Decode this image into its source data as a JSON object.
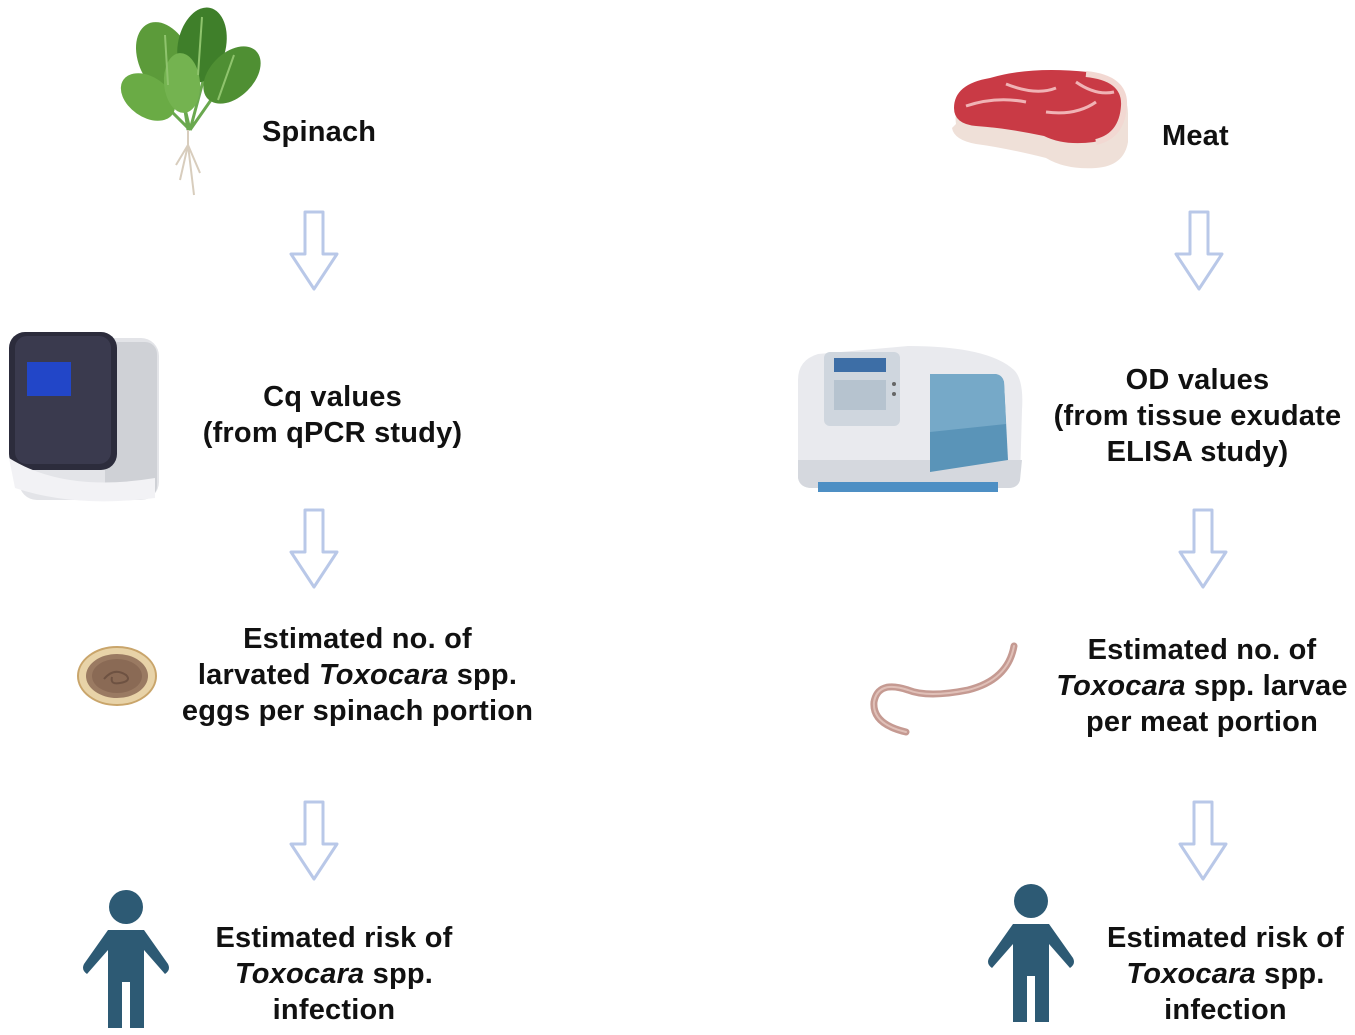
{
  "colors": {
    "arrow_stroke": "#b9c8e8",
    "arrow_fill": "#ffffff",
    "person": "#2d5a74",
    "text": "#111111"
  },
  "icons": {
    "spinach": "spinach-leaves-icon",
    "meat": "raw-meat-steak-icon",
    "qpcr_machine": "qpcr-machine-icon",
    "elisa_reader": "spectrophotometer-elisa-reader-icon",
    "egg": "larvated-egg-icon",
    "larva": "larva-worm-icon",
    "person": "person-icon",
    "arrow": "down-arrow-icon"
  },
  "left": {
    "source": "Spinach",
    "measure": [
      "Cq values",
      "(from qPCR study)"
    ],
    "estimate": {
      "line1": "Estimated no. of",
      "line2_pre": "larvated ",
      "line2_italic": "Toxocara",
      "line2_post": " spp.",
      "line3": "eggs per spinach portion"
    },
    "risk": {
      "line1": "Estimated risk of",
      "line2_italic": "Toxocara",
      "line2_post": " spp.",
      "line3": "infection"
    }
  },
  "right": {
    "source": "Meat",
    "measure": [
      "OD values",
      "(from tissue exudate",
      "ELISA study)"
    ],
    "estimate": {
      "line1": "Estimated no. of",
      "line2_italic": "Toxocara",
      "line2_post": " spp. larvae",
      "line3": "per meat portion"
    },
    "risk": {
      "line1": "Estimated risk of",
      "line2_italic": "Toxocara",
      "line2_post": " spp.",
      "line3": "infection"
    }
  }
}
